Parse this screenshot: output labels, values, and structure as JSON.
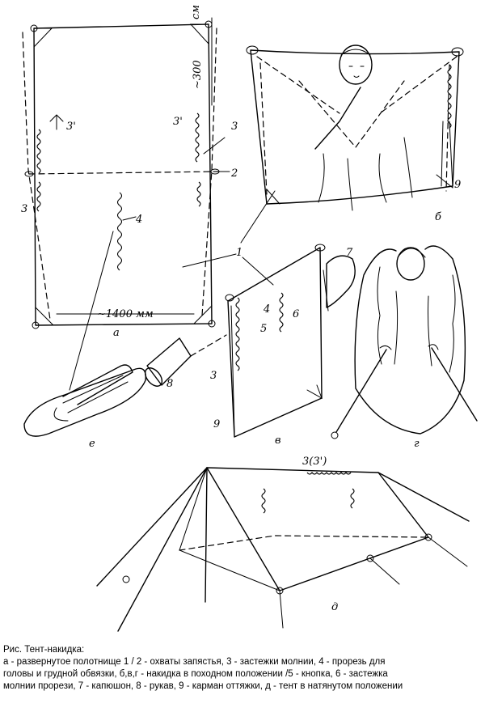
{
  "caption": {
    "title": "Рис. Тент-накидка:",
    "line1": "а - развернутое полотнище 1 / 2 - охваты запястья, 3 - застежки молнии, 4 - прорезь для",
    "line2": "головы и грудной обвязки, б,в,г - накидка в походном положении /5 - кнопка, 6 - застежка",
    "line3": "молнии прорези, 7 - капюшон, 8 - рукав, 9 - карман оттяжки, д - тент в натянутом положении"
  },
  "labels": {
    "unit_cm": "см",
    "height_dim": "~300",
    "width_dim": "~1400 мм",
    "n1": "1",
    "n2": "2",
    "n3": "3",
    "n3p": "3'",
    "n4": "4",
    "n5": "5",
    "n6": "6",
    "n7": "7",
    "n8": "8",
    "n9": "9",
    "n3_3p": "3(3')",
    "fig_a": "а",
    "fig_b": "б",
    "fig_v": "в",
    "fig_g": "г",
    "fig_d": "д",
    "fig_e": "е"
  }
}
